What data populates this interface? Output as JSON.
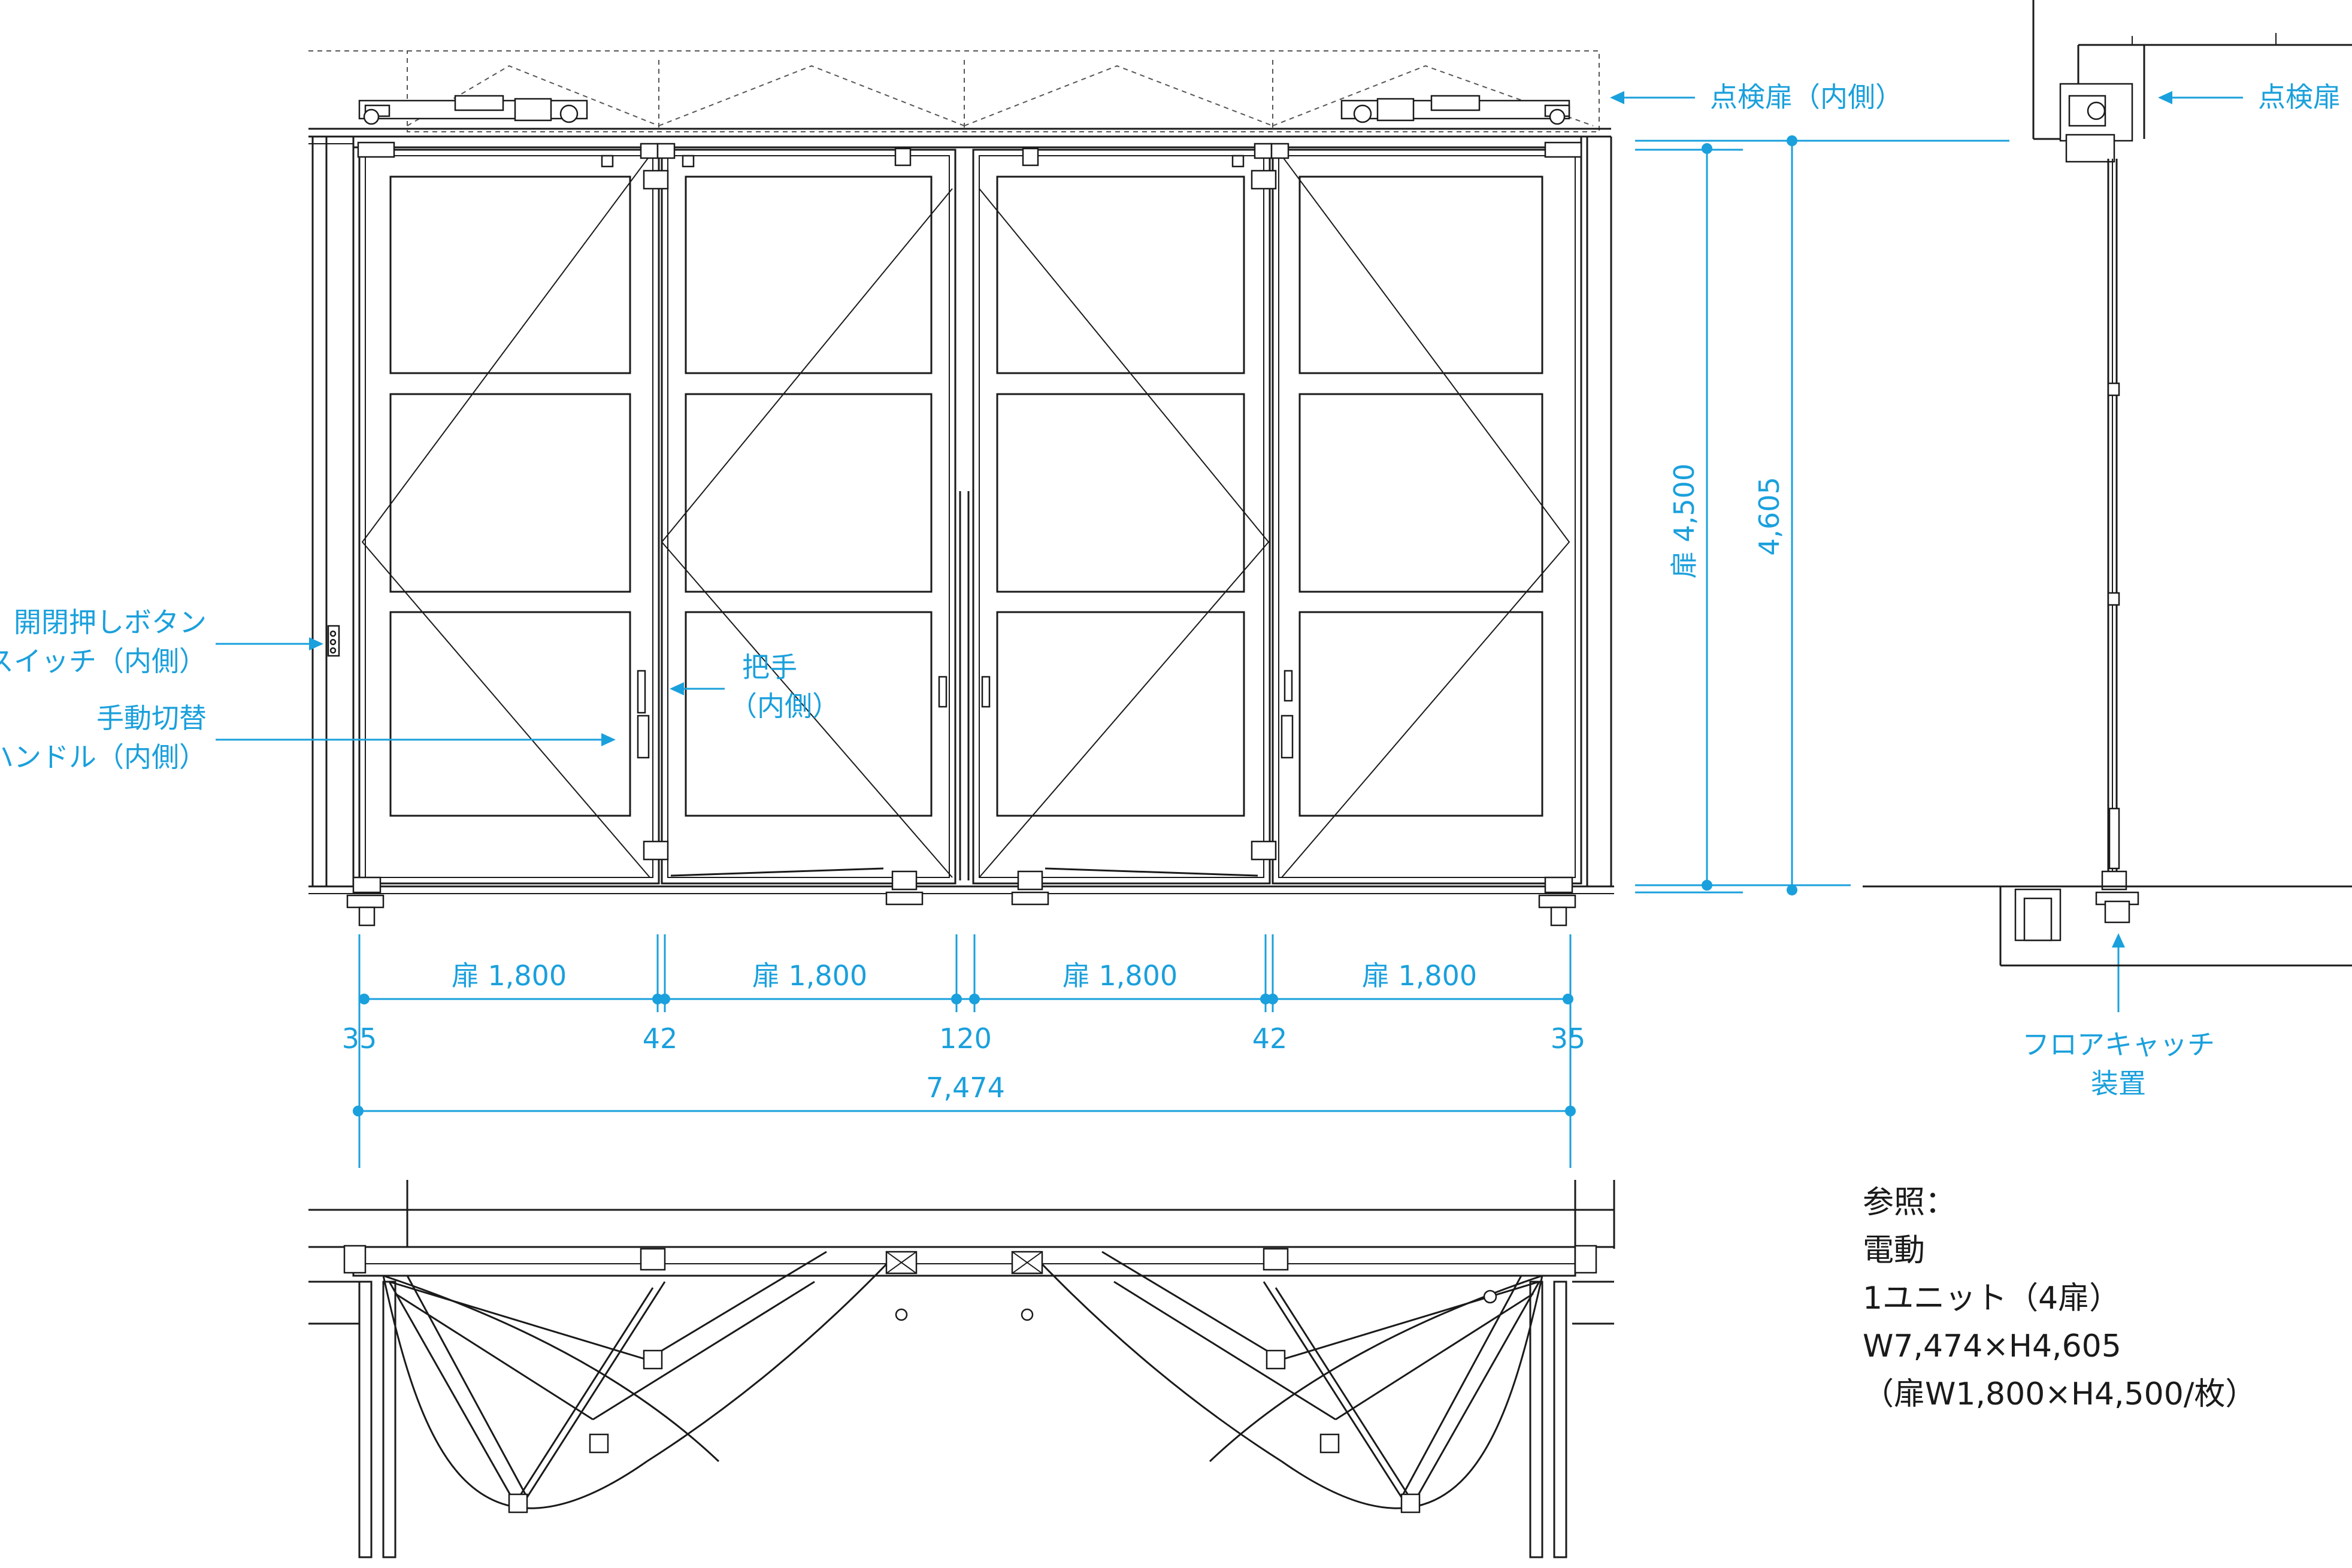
{
  "labels": {
    "inspection_door_front": "点検扉（内側）",
    "inspection_door_side": "点検扉",
    "open_close_button_line1": "開閉押しボタン",
    "open_close_button_line2": "スイッチ（内側）",
    "manual_switch_line1": "手動切替",
    "manual_switch_line2": "ハンドル（内側）",
    "handle_line1": "把手",
    "handle_line2": "（内側）",
    "floor_catch_line1": "フロアキャッチ",
    "floor_catch_line2": "装置"
  },
  "dimensions": {
    "door_height": "扉 4,500",
    "total_height": "4,605",
    "door_width_1": "扉 1,800",
    "door_width_2": "扉 1,800",
    "door_width_3": "扉 1,800",
    "door_width_4": "扉 1,800",
    "gap_left": "35",
    "gap_left_mid": "42",
    "gap_center": "120",
    "gap_right_mid": "42",
    "gap_right": "35",
    "total_width": "7,474"
  },
  "notes": {
    "title": "参照：",
    "line1": "電動",
    "line2": "1ユニット（4扉）",
    "line3": "W7,474×H4,605",
    "line4": "（扉W1,800×H4,500/枚）"
  },
  "colors": {
    "annotation": "#1aa0dc",
    "linework": "#1a1a1a"
  }
}
